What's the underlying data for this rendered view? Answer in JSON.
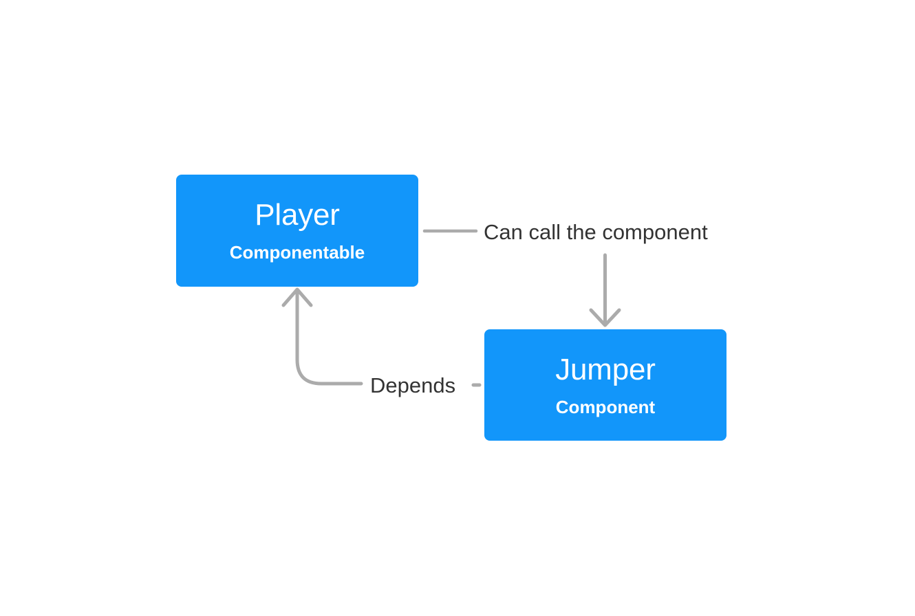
{
  "diagram": {
    "type": "component-relationship-diagram",
    "background_color": "#ffffff",
    "accent_color": "#1296fa",
    "edge_color": "#ababab",
    "label_color": "#333333",
    "nodes": [
      {
        "id": "player",
        "title": "Player",
        "subtitle": "Componentable",
        "color": "#1296fa",
        "text_color": "#ffffff"
      },
      {
        "id": "jumper",
        "title": "Jumper",
        "subtitle": "Component",
        "color": "#1296fa",
        "text_color": "#ffffff"
      }
    ],
    "edges": [
      {
        "id": "can-call",
        "label": "Can call the component",
        "from": "player",
        "to": "jumper",
        "arrow": "down"
      },
      {
        "id": "depends",
        "label": "Depends",
        "from": "jumper",
        "to": "player",
        "arrow": "up-curved"
      }
    ]
  }
}
